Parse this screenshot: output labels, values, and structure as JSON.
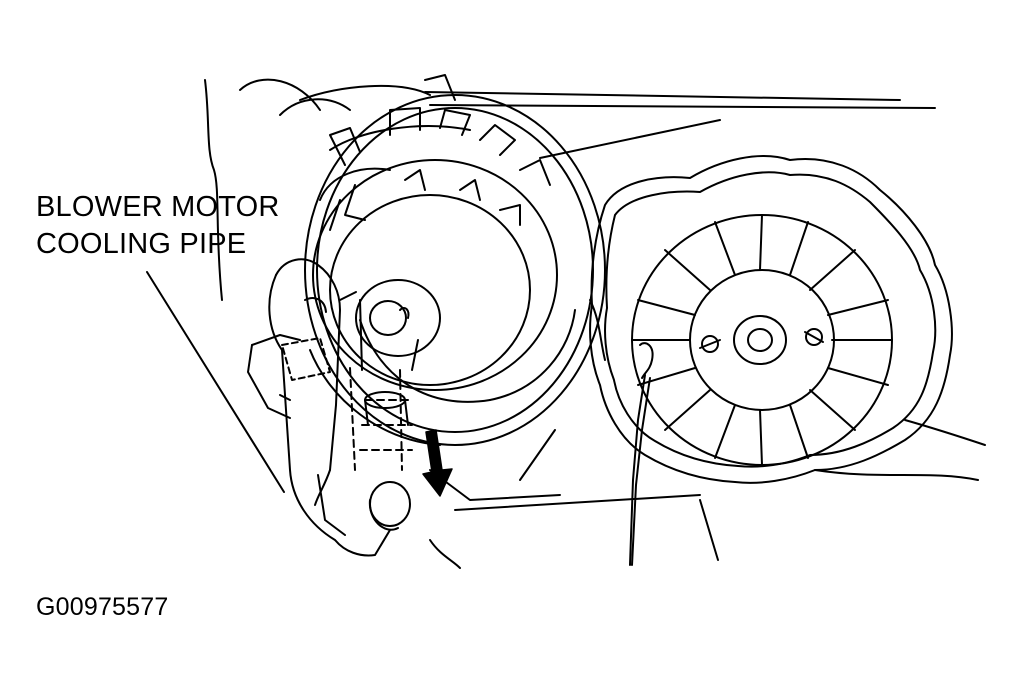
{
  "callout": {
    "line1": "BLOWER MOTOR",
    "line2": "COOLING PIPE"
  },
  "figure_code": "G00975577",
  "colors": {
    "ink": "#000000",
    "paper": "#ffffff"
  }
}
